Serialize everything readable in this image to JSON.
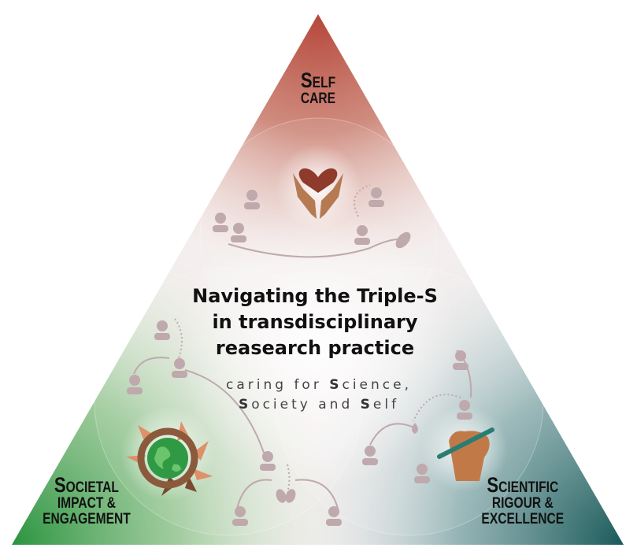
{
  "title": {
    "line1": "Navigating the Triple-S",
    "line2": "in transdisciplinary",
    "line3": "reasearch practice"
  },
  "subtitle": {
    "part1": "caring for ",
    "s1": "S",
    "part2": "cience,",
    "s2": "S",
    "part3": "ociety and ",
    "s3": "S",
    "part4": "elf"
  },
  "corners": {
    "top": {
      "first": "S",
      "rest": "ELF",
      "line2": "CARE"
    },
    "left": {
      "first": "S",
      "rest": "OCIETAL",
      "line2": "IMPACT &",
      "line3": "ENGAGEMENT"
    },
    "right": {
      "first": "S",
      "rest": "CIENTIFIC",
      "line2": "RIGOUR &",
      "line3": "EXCELLENCE"
    }
  },
  "colors": {
    "self": "#b5473a",
    "society": "#2f9a43",
    "science": "#1d5f5d",
    "person": "#bfa9ad"
  }
}
